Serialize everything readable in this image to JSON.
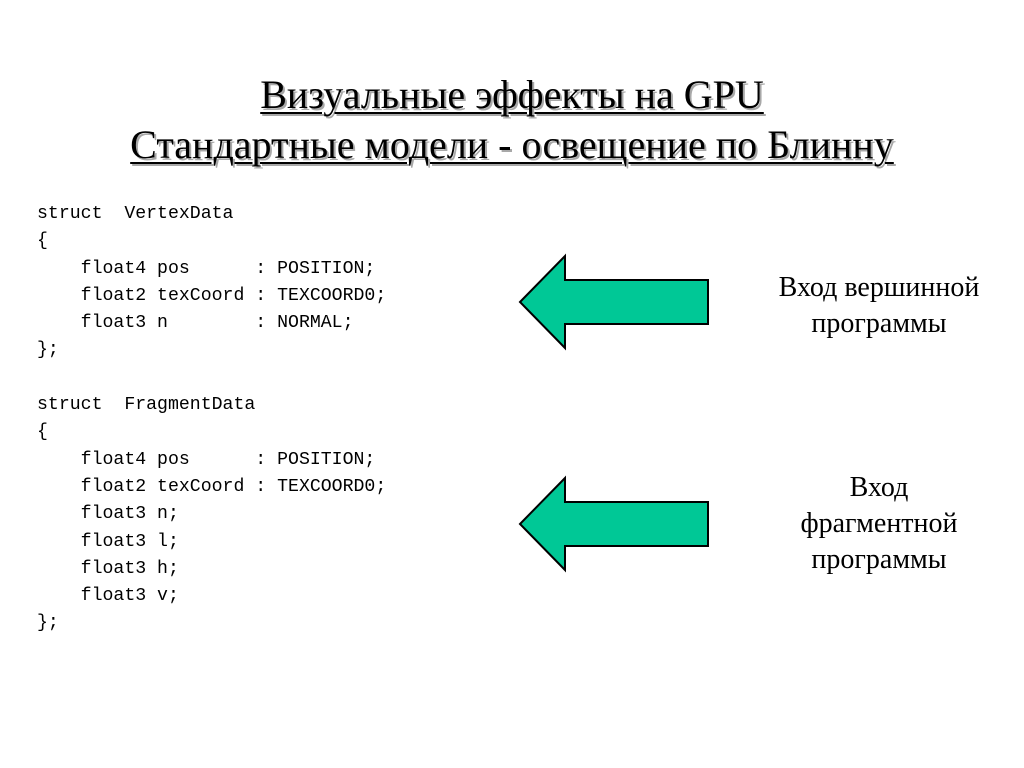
{
  "slide": {
    "title_line1": "Визуальные эффекты на GPU",
    "title_line2": "Стандартные модели - освещение по Блинну"
  },
  "code": {
    "lines": [
      "struct  VertexData",
      "{",
      "    float4 pos      : POSITION;",
      "    float2 texCoord : TEXCOORD0;",
      "    float3 n        : NORMAL;",
      "};",
      "",
      "struct  FragmentData",
      "{",
      "    float4 pos      : POSITION;",
      "    float2 texCoord : TEXCOORD0;",
      "    float3 n;",
      "    float3 l;",
      "    float3 h;",
      "    float3 v;",
      "};"
    ]
  },
  "annotations": {
    "vertex_input": [
      "Вход вершинной",
      "программы"
    ],
    "fragment_input": [
      "Вход",
      "фрагментной",
      "программы"
    ]
  },
  "colors": {
    "arrow_fill": "#00c896",
    "arrow_stroke": "#000000",
    "text": "#000000",
    "background": "#ffffff"
  },
  "icons": {
    "arrow": "left-arrow-icon"
  }
}
